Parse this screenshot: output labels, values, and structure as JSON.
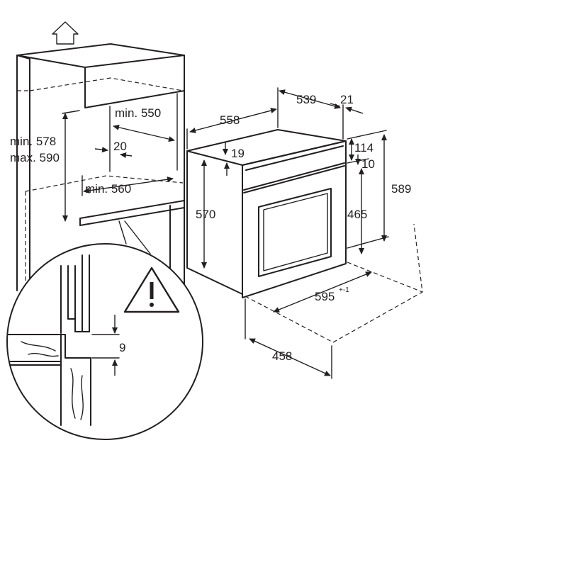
{
  "diagram": {
    "cabinet": {
      "niche_min_height": "min. 578",
      "niche_max_height": "max. 590",
      "depth_min": "min. 550",
      "width_min": "min. 560",
      "vent_gap": "20"
    },
    "detail": {
      "gap": "9",
      "warning_symbol": "!"
    },
    "oven": {
      "total_depth": "558",
      "body_depth": "539",
      "front_thickness": "21",
      "top_offset": "19",
      "panel_height": "114",
      "panel_gap": "10",
      "total_height": "589",
      "body_height": "570",
      "door_height": "465",
      "width": "595",
      "width_tolerance": "+-1",
      "door_open_depth": "458"
    },
    "icons": [
      "up-arrow-icon",
      "warning-triangle-icon"
    ]
  }
}
